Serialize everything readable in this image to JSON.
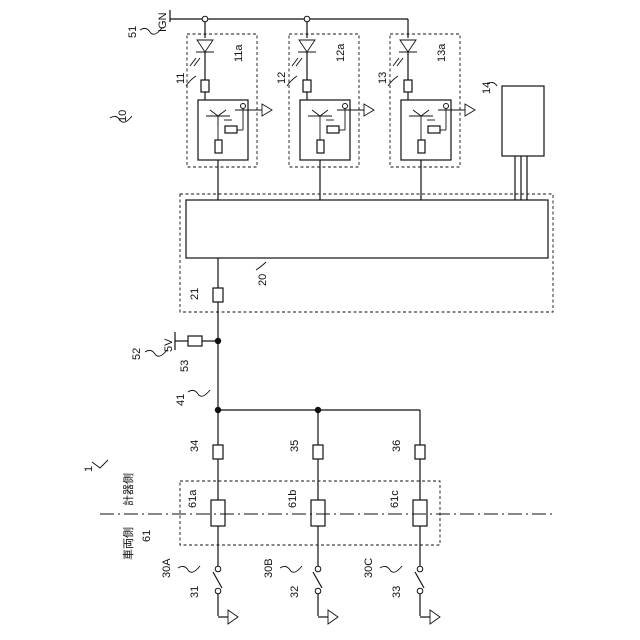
{
  "labels": {
    "fig_ref": "1",
    "controller_ref": "10",
    "unit1": "11",
    "unit2": "12",
    "unit3": "13",
    "led1": "11a",
    "led2": "12a",
    "led3": "13a",
    "display": "14",
    "ecu": "20",
    "resistor21": "21",
    "line41": "41",
    "ign_ref": "51",
    "ign": "IGN",
    "pull_ref": "52",
    "v5": "5V",
    "resistor53": "53",
    "r34": "34",
    "r35": "35",
    "r36": "36",
    "connector": "61",
    "pin_a": "61a",
    "pin_b": "61b",
    "pin_c": "61c",
    "sw_a_group": "30A",
    "sw_b_group": "30B",
    "sw_c_group": "30C",
    "sw31": "31",
    "sw32": "32",
    "sw33": "33",
    "meter_side": "計器側",
    "vehicle_side": "車両側"
  }
}
